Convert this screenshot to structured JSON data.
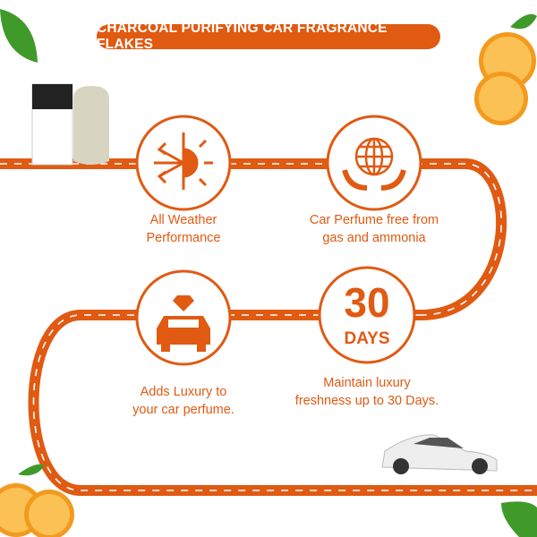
{
  "title": "CHARCOAL PURIFYING CAR FRAGRANCE FLAKES",
  "features": [
    {
      "icon": "snowflake-sun-icon",
      "lines": [
        "All Weather",
        "Performance"
      ]
    },
    {
      "icon": "globe-hands-icon",
      "lines": [
        "Car Perfume free from",
        "gas and ammonia"
      ]
    },
    {
      "icon": "car-diamond-icon",
      "lines": [
        "Adds Luxury to",
        "your car perfume."
      ]
    },
    {
      "icon": "days-badge",
      "number": "30",
      "unit": "DAYS",
      "lines": [
        "Maintain luxury",
        "freshness up to 30 Days."
      ]
    }
  ],
  "colors": {
    "accent": "#e05a12",
    "orange": "#f39a1e",
    "leaf": "#3f9a2a"
  }
}
